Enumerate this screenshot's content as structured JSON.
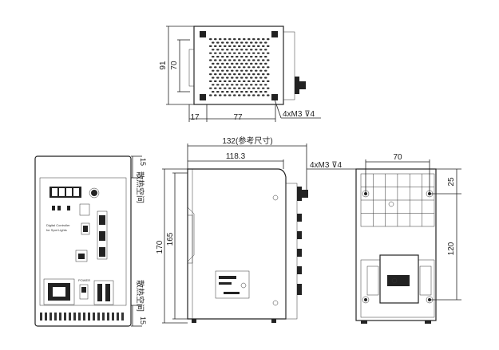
{
  "top_view": {
    "height_outer": "91",
    "height_inner": "70",
    "width_left": "17",
    "width_main": "77",
    "thread_note": "4xM3 ⊽4"
  },
  "front_view": {
    "top_gap": "15",
    "bottom_gap": "15",
    "heat_space_top": "散热空间",
    "heat_space_bottom": "散热空间",
    "panel_title": "Digital Controller",
    "panel_subtitle": "for Spot Lights",
    "power_label": "POWER"
  },
  "side_view": {
    "overall_width": "132(参考尺寸)",
    "body_width": "118.3",
    "height_outer": "170",
    "height_inner": "165",
    "thread_note": "4xM3 ⊽4"
  },
  "back_view": {
    "hole_spacing_x": "70",
    "top_offset": "25",
    "hole_spacing_y": "120"
  }
}
